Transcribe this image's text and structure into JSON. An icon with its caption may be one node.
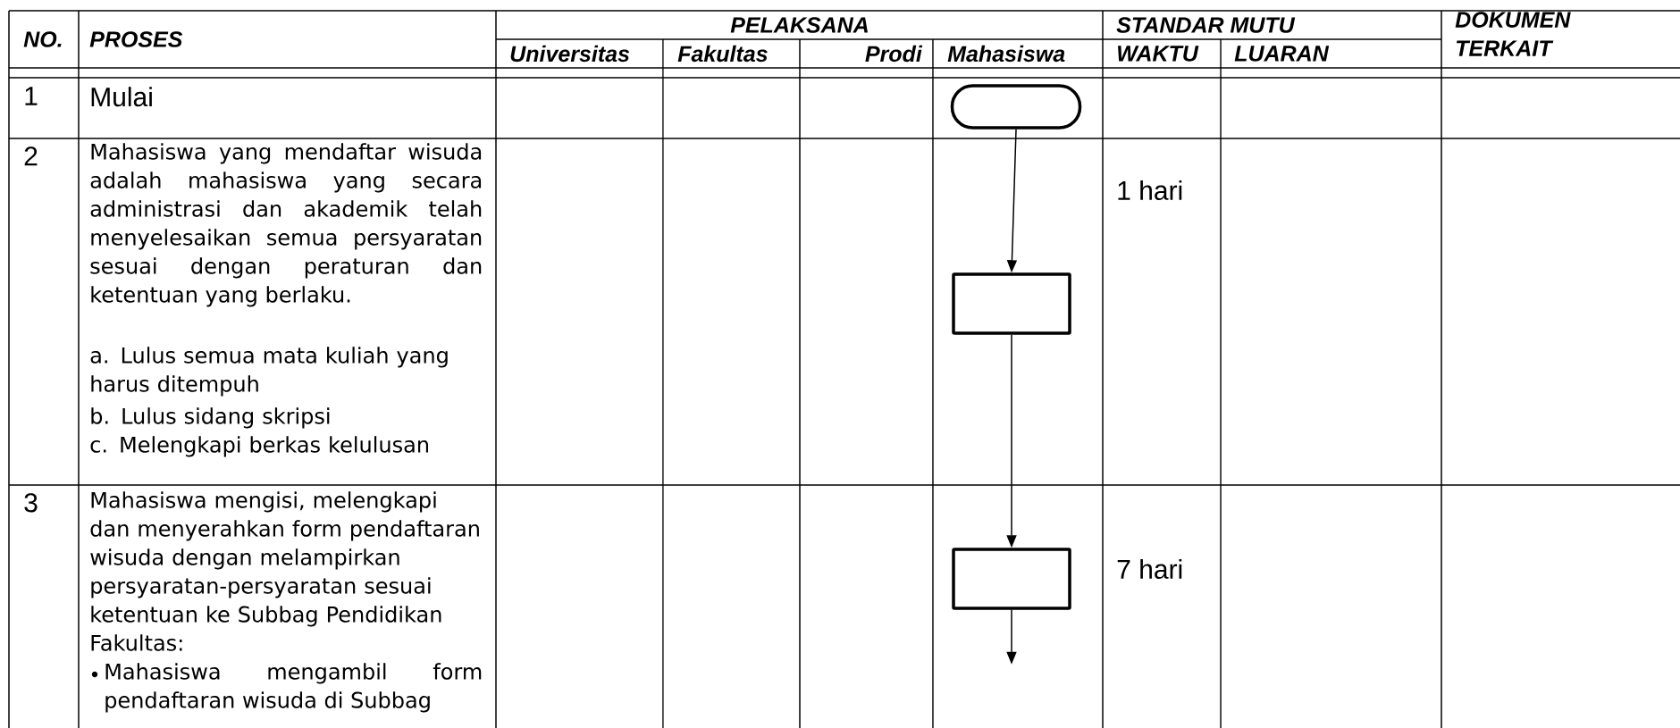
{
  "diagram": {
    "nodes": [
      {
        "text": [],
        "shape": "pill"
      },
      {
        "text": [],
        "shape": "box"
      },
      {
        "text": [],
        "shape": "box"
      }
    ],
    "edges": [
      {
        "from": 0,
        "to": 1,
        "arrow": "to"
      },
      {
        "from": 1,
        "to": 2,
        "arrow": "to"
      },
      {
        "from": 2,
        "to": null,
        "arrow": "to"
      }
    ],
    "labels": [
      "NO.",
      "PROSES",
      "PELAKSANA",
      "STANDAR MUTU",
      "DOKUMEN TERKAIT",
      "Universitas",
      "Fakultas",
      "Prodi",
      "Mahasiswa",
      "WAKTU",
      "LUARAN",
      "1",
      "Mulai",
      "2",
      "Mahasiswa yang mendaftar wisuda adalah mahasiswa yang secara administrasi dan akademik telah menyelesaikan semua persyaratan sesuai dengan peraturan dan ketentuan yang berlaku.",
      "a. Lulus semua mata kuliah yang harus ditempuh",
      "b. Lulus sidang skripsi",
      "c. Melengkapi berkas kelulusan",
      "1 hari",
      "3",
      "Mahasiswa mengisi, melengkapi dan menyerahkan form pendaftaran wisuda dengan melampirkan persyaratan-persyaratan sesuai ketentuan ke Subbag Pendidikan Fakultas:",
      "Mahasiswa mengambil form pendaftaran wisuda di Subbag",
      "7 hari"
    ]
  }
}
